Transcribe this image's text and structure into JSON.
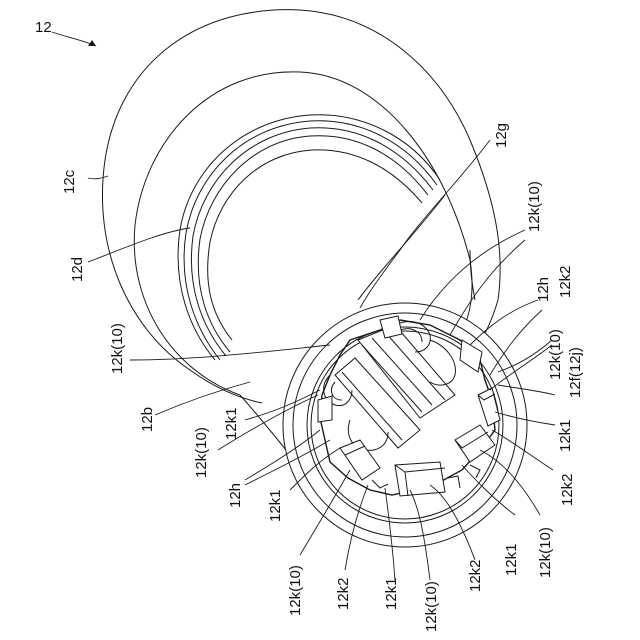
{
  "figure": {
    "ref": "12",
    "labels": {
      "l_12c": "12c",
      "l_12d": "12d",
      "l_12g": "12g",
      "l_12b": "12b",
      "l_12k10_a": "12k(10)",
      "l_12k10_b": "12k(10)",
      "l_12k10_c": "12k(10)",
      "l_12k10_d": "12k(10)",
      "l_12k10_e": "12k(10)",
      "l_12k10_f": "12k(10)",
      "l_12k10_g": "12k(10)",
      "l_12h_a": "12h",
      "l_12h_b": "12h",
      "l_12k2_a": "12k2",
      "l_12k2_b": "12k2",
      "l_12k2_c": "12k2",
      "l_12k2_d": "12k2",
      "l_12k1_a": "12k1",
      "l_12k1_b": "12k1",
      "l_12k1_c": "12k1",
      "l_12k1_d": "12k1",
      "l_12k1_e": "12k1",
      "l_12f": "12f(12j)"
    }
  }
}
